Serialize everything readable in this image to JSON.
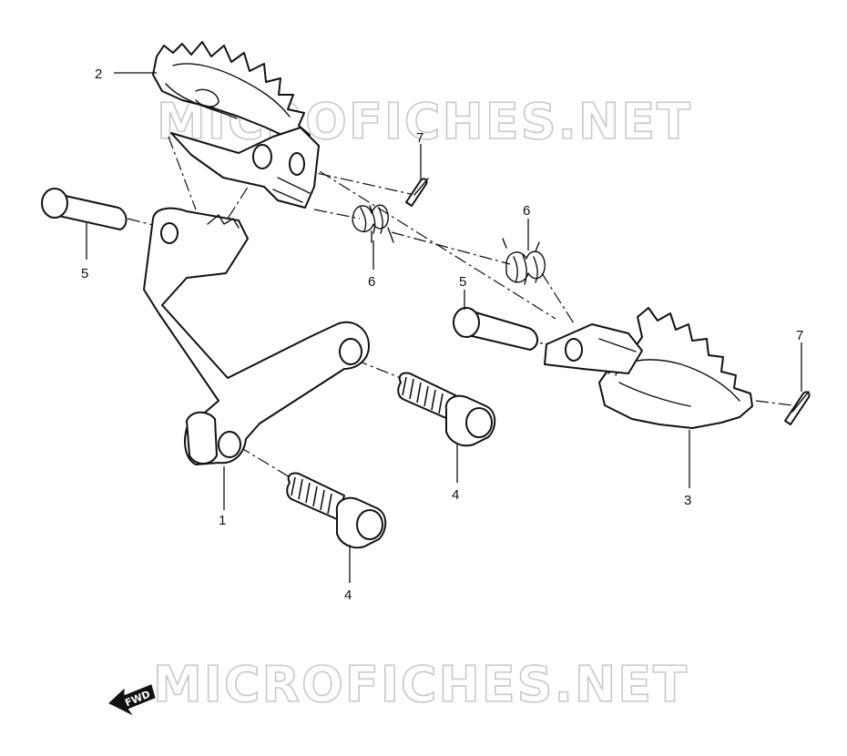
{
  "watermark": {
    "top_text": "MICROFICHES.NET",
    "bottom_text": "MICROFICHES.NET"
  },
  "callouts": {
    "c1": "1",
    "c2": "2",
    "c3": "3",
    "c4a": "4",
    "c4b": "4",
    "c5a": "5",
    "c5b": "5",
    "c6a": "6",
    "c6b": "6",
    "c7a": "7",
    "c7b": "7"
  },
  "forward_arrow": {
    "label": "FWD"
  }
}
